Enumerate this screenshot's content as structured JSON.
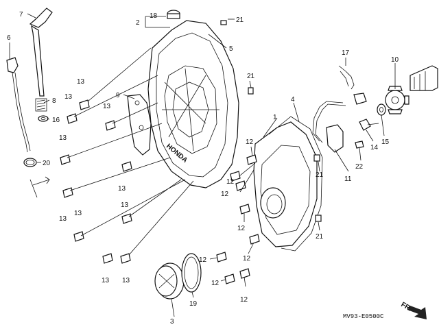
{
  "callouts": [
    "1",
    "2",
    "3",
    "4",
    "5",
    "6",
    "7",
    "8",
    "9",
    "10",
    "11",
    "12",
    "13",
    "14",
    "15",
    "16",
    "17",
    "18",
    "19",
    "20",
    "21",
    "22"
  ],
  "brand_mark": "HONDA",
  "direction_label": "FR.",
  "drawing_code": "MV93-E0500C"
}
